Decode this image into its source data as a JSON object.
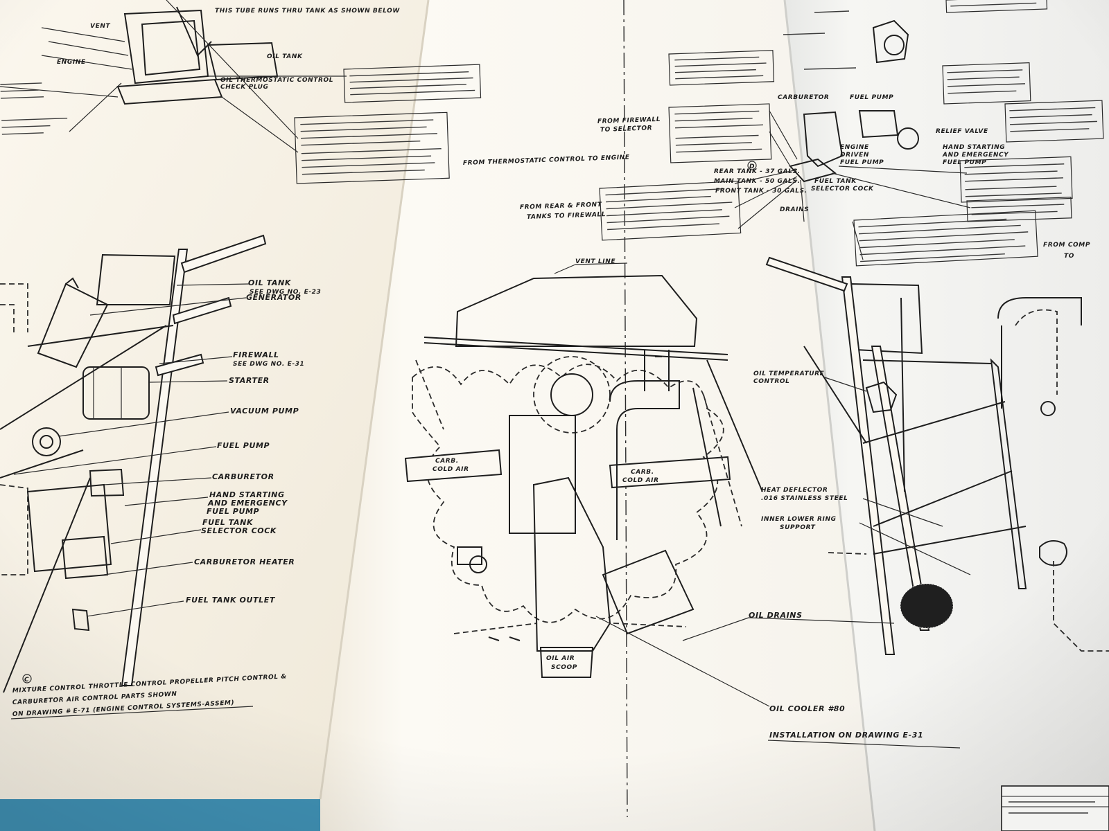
{
  "colors": {
    "background": "#3f8fb2",
    "paper_left": "#f7f2e7",
    "paper_center": "#faf7f0",
    "paper_right": "#f4f4f2",
    "ink": "#1e1e1e"
  },
  "left_panel": {
    "top_callouts": {
      "oil_tank": "OIL TANK",
      "tube_note": "THIS TUBE RUNS THRU TANK AS SHOWN BELOW",
      "check_plug": "CHECK PLUG",
      "vent": "VENT",
      "engine": "ENGINE",
      "thermostat": "OIL THERMOSTATIC CONTROL"
    },
    "hose_note": "FROM THERMOSTATIC CONTROL TO ENGINE",
    "component_labels": {
      "oil_tank": "OIL TANK",
      "oil_tank_ref": "SEE DWG NO. E-23",
      "generator": "GENERATOR",
      "firewall": "FIREWALL",
      "firewall_ref": "SEE DWG NO. E-31",
      "starter": "STARTER",
      "vacuum_pump": "VACUUM PUMP",
      "fuel_pump": "FUEL PUMP",
      "carburetor": "CARBURETOR",
      "hand_pump_1": "HAND STARTING",
      "hand_pump_2": "AND EMERGENCY",
      "hand_pump_3": "FUEL PUMP",
      "selector_1": "FUEL TANK",
      "selector_2": "SELECTOR COCK",
      "carb_heater": "CARBURETOR HEATER",
      "fuel_outlet": "FUEL TANK OUTLET"
    },
    "view_marker": "C",
    "footnote_lines": [
      "MIXTURE CONTROL THROTTLE CONTROL PROPELLER PITCH CONTROL &",
      "CARBURETOR AIR CONTROL PARTS SHOWN",
      "ON DRAWING # E-71 (ENGINE CONTROL SYSTEMS-ASSEM)"
    ]
  },
  "center_panel": {
    "vent_line": "VENT LINE",
    "carb_cold_air_left_1": "CARB.",
    "carb_cold_air_left_2": "COLD AIR",
    "carb_cold_air_right_1": "CARB.",
    "carb_cold_air_right_2": "COLD AIR",
    "oil_air_scoop_1": "OIL  AIR",
    "oil_air_scoop_2": "SCOOP",
    "from_tanks_1": "FROM REAR & FRONT",
    "from_tanks_2": "TANKS TO FIREWALL",
    "from_firewall_1": "FROM FIREWALL",
    "from_firewall_2": "TO SELECTOR",
    "view_marker_d": "D",
    "carburetor_label": "CARBURETOR",
    "fuel_pump_label": "FUEL PUMP",
    "rear_tank": "REAR TANK - 37 GALS.",
    "main_tank": "MAIN TANK - 50 GALS.",
    "front_tank": "FRONT TANK - 30 GALS.",
    "selector_1": "FUEL TANK",
    "selector_2": "SELECTOR COCK",
    "drains": "DRAINS",
    "engine_fuel_pump_1": "ENGINE",
    "engine_fuel_pump_2": "DRIVEN",
    "engine_fuel_pump_3": "FUEL PUMP",
    "relief_valve": "RELIEF VALVE",
    "hand_pump_1": "HAND STARTING",
    "hand_pump_2": "AND EMERGENCY",
    "hand_pump_3": "FUEL PUMP"
  },
  "right_panel": {
    "oil_temp_1": "OIL TEMPERATURE",
    "oil_temp_2": "CONTROL",
    "heat_deflector_1": "HEAT DEFLECTOR",
    "heat_deflector_2": ".016 STAINLESS STEEL",
    "inner_lower_ring_1": "INNER LOWER RING",
    "inner_lower_ring_2": "SUPPORT",
    "oil_drains": "OIL DRAINS",
    "oil_cooler": "OIL COOLER #80",
    "installation_note": "INSTALLATION ON DRAWING E-31",
    "from_comp_1": "FROM COMP",
    "from_comp_2": "TO"
  }
}
